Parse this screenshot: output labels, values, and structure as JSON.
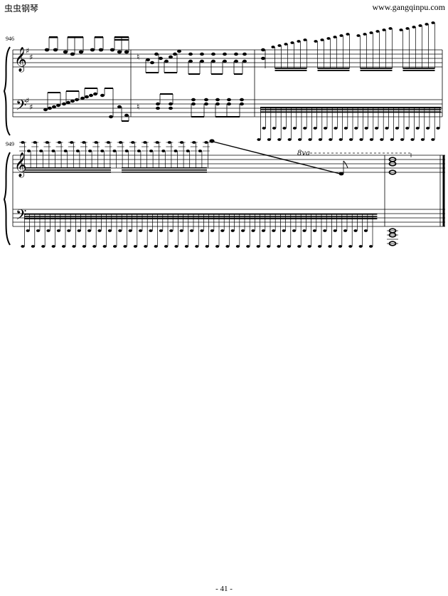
{
  "header": {
    "left_text": "虫虫钢琴",
    "right_text": "www.gangqinpu.com"
  },
  "systems": [
    {
      "measure_number": "946",
      "measures": 3
    },
    {
      "measure_number": "949",
      "measures": 2
    }
  ],
  "ottava_mark": "8va",
  "footer": {
    "page_number": "- 41 -"
  }
}
